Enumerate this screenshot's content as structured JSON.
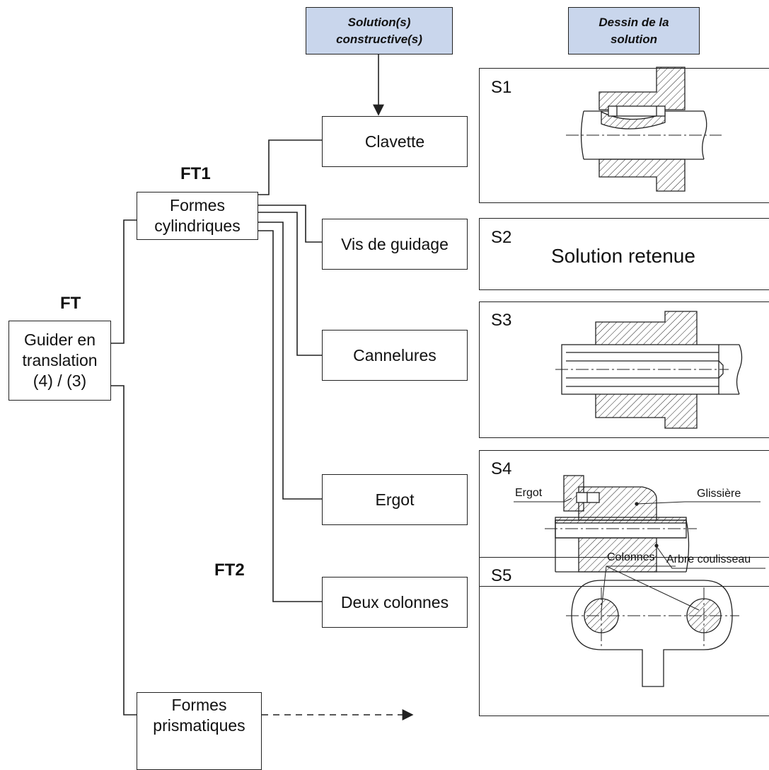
{
  "headers": {
    "solution": "Solution(s)\nconstructive(s)",
    "dessin": "Dessin de la\nsolution"
  },
  "levels": {
    "ft": "FT",
    "ft1": "FT1",
    "ft2": "FT2"
  },
  "functions": {
    "ft": "Guider en\ntranslation\n(4) / (3)",
    "cylindriques": "Formes\ncylindriques",
    "prismatiques": "Formes\nprismatiques"
  },
  "solutions": [
    "Clavette",
    "Vis de guidage",
    "Cannelures",
    "Ergot",
    "Deux colonnes"
  ],
  "panels": [
    {
      "id": "S1"
    },
    {
      "id": "S2",
      "text": "Solution retenue"
    },
    {
      "id": "S3"
    },
    {
      "id": "S4",
      "callouts": {
        "ergot": "Ergot",
        "glissiere": "Glissière",
        "arbre": "Arbre coulisseau"
      }
    },
    {
      "id": "S5",
      "callouts": {
        "colonnes": "Colonnes"
      }
    }
  ],
  "colors": {
    "header_fill": "#c9d6ec",
    "stroke": "#222222"
  }
}
